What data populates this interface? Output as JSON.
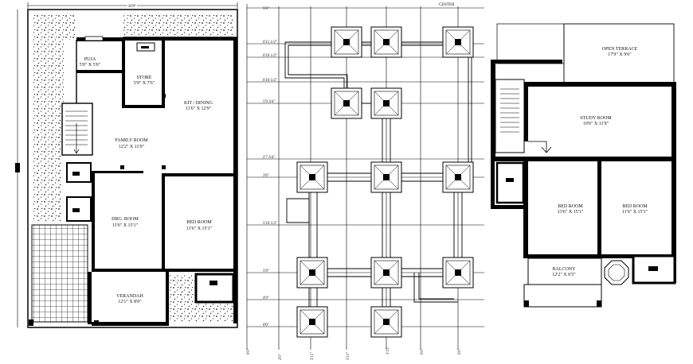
{
  "ground_floor": {
    "top_dim": "30'0\"",
    "rooms": [
      {
        "name": "PUJA",
        "size": "5'0\" X 5'6\""
      },
      {
        "name": "STORE",
        "size": "5'9\" X 7'6\""
      },
      {
        "name": "KIT / DINING",
        "size": "11'6\" X 12'9\""
      },
      {
        "name": "FAMILY ROOM",
        "size": "12'2\" X 11'9\""
      },
      {
        "name": "DRG. ROOM",
        "size": "11'6\" X 15'1\""
      },
      {
        "name": "BED ROOM",
        "size": "11'6\" X 15'1\""
      },
      {
        "name": "VERANDAH",
        "size": "12'1\" X 8'0\""
      }
    ]
  },
  "foundation": {
    "top_label": "CENTER",
    "left_dims": [
      "5'6\"",
      "6'11 1/2\"",
      "6'10 1/2\"",
      "6'10 1/2\"",
      "5'9 3/4\"",
      "2'7 3/4\"",
      "3'6\"",
      "5'10 1/2\"",
      "5'9\"",
      "4'0\"",
      "0'0\""
    ],
    "bottom_dims": [
      "0'0\"",
      "2'0\"",
      "3'11\"",
      "3'11\"",
      "3'11\"",
      "0'0\"",
      "0'0\""
    ]
  },
  "first_floor": {
    "rooms": [
      {
        "name": "OPEN TERRACE",
        "size": "17'9\" X 9'6\""
      },
      {
        "name": "STUDY ROOM",
        "size": "19'6\" X 11'9\""
      },
      {
        "name": "BED ROOM",
        "size": "13'6\" X 15'1\""
      },
      {
        "name": "BED ROOM",
        "size": "11'6\" X 15'1\""
      },
      {
        "name": "BALCONY",
        "size": "12'2\" X 6'5\""
      }
    ]
  }
}
